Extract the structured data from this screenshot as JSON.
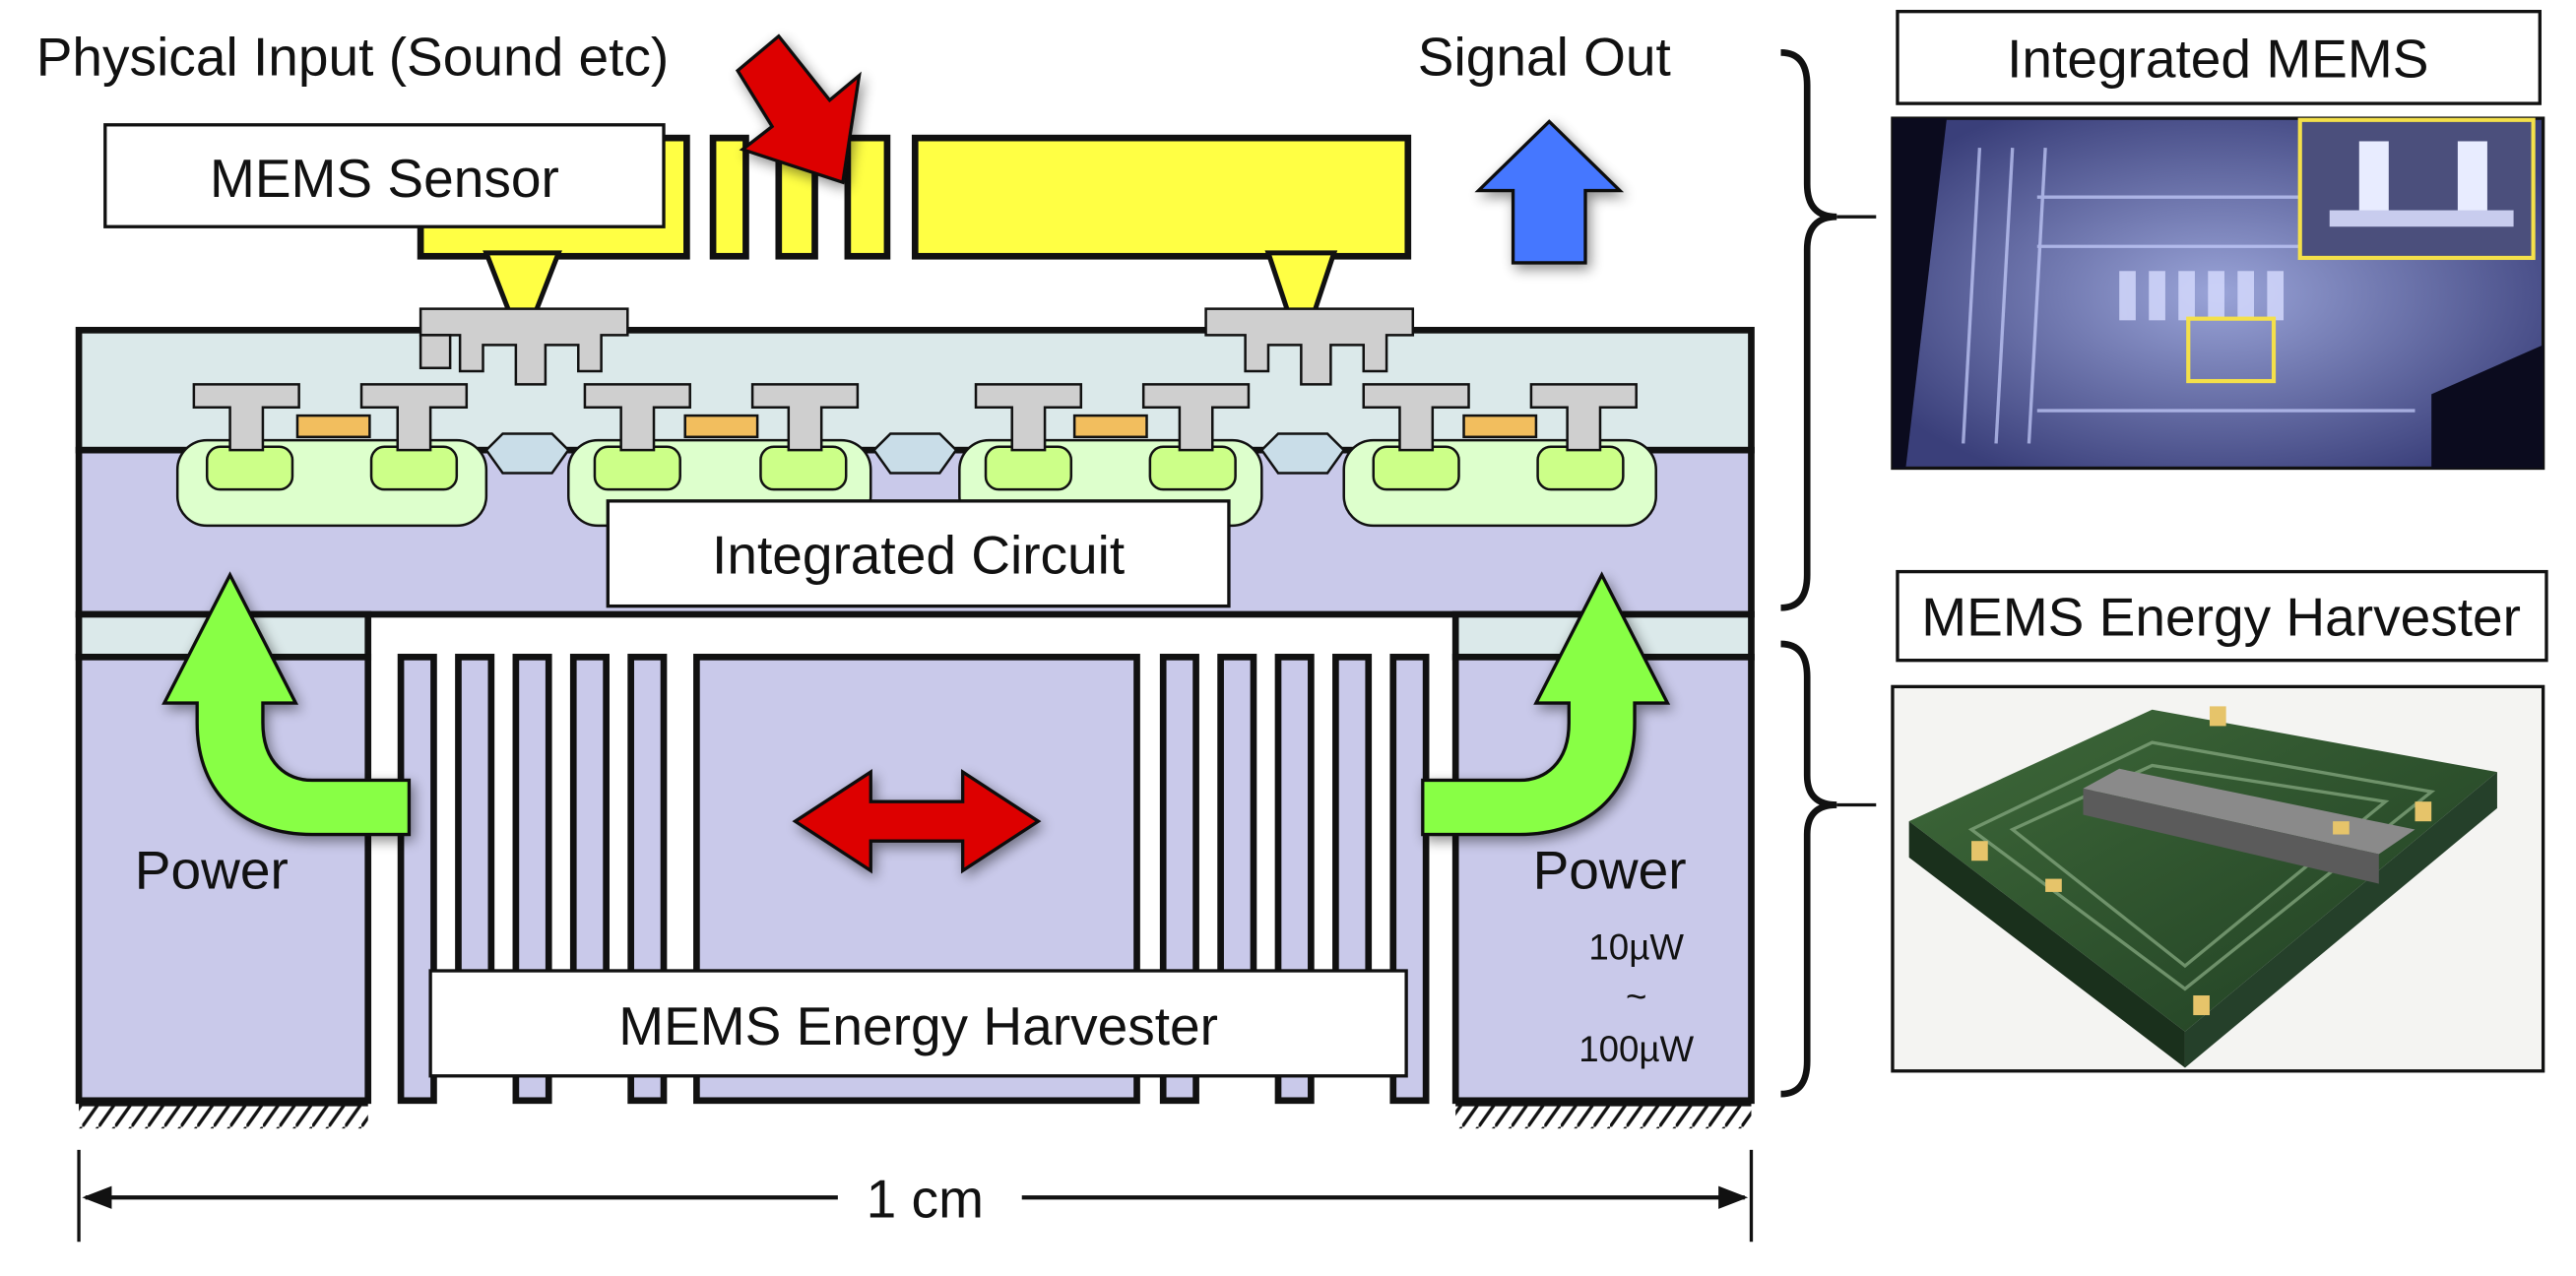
{
  "diagram": {
    "physical_input_label": "Physical Input (Sound etc)",
    "signal_out_label": "Signal Out",
    "mems_sensor_label": "MEMS Sensor",
    "integrated_circuit_label": "Integrated Circuit",
    "harvester_label": "MEMS Energy Harvester",
    "power_left_label": "Power",
    "power_right_label": "Power",
    "power_range_low": "10µW",
    "power_range_tilde": "~",
    "power_range_high": "100µW",
    "scale_label": "1 cm"
  },
  "photos": {
    "integrated_mems_title": "Integrated MEMS",
    "harvester_title": "MEMS Energy Harvester"
  },
  "colors": {
    "substrate": "#c9c9ea",
    "oxide": "#dbe9ea",
    "sensor_yellow": "#ffff44",
    "well_green": "#ddffcc",
    "contact_green": "#ccff88",
    "gate_orange": "#f2be5e",
    "metal_gray": "#cfcfcf",
    "arrow_red": "#dd0000",
    "arrow_blue": "#4477ff",
    "arrow_green": "#88ff44"
  }
}
